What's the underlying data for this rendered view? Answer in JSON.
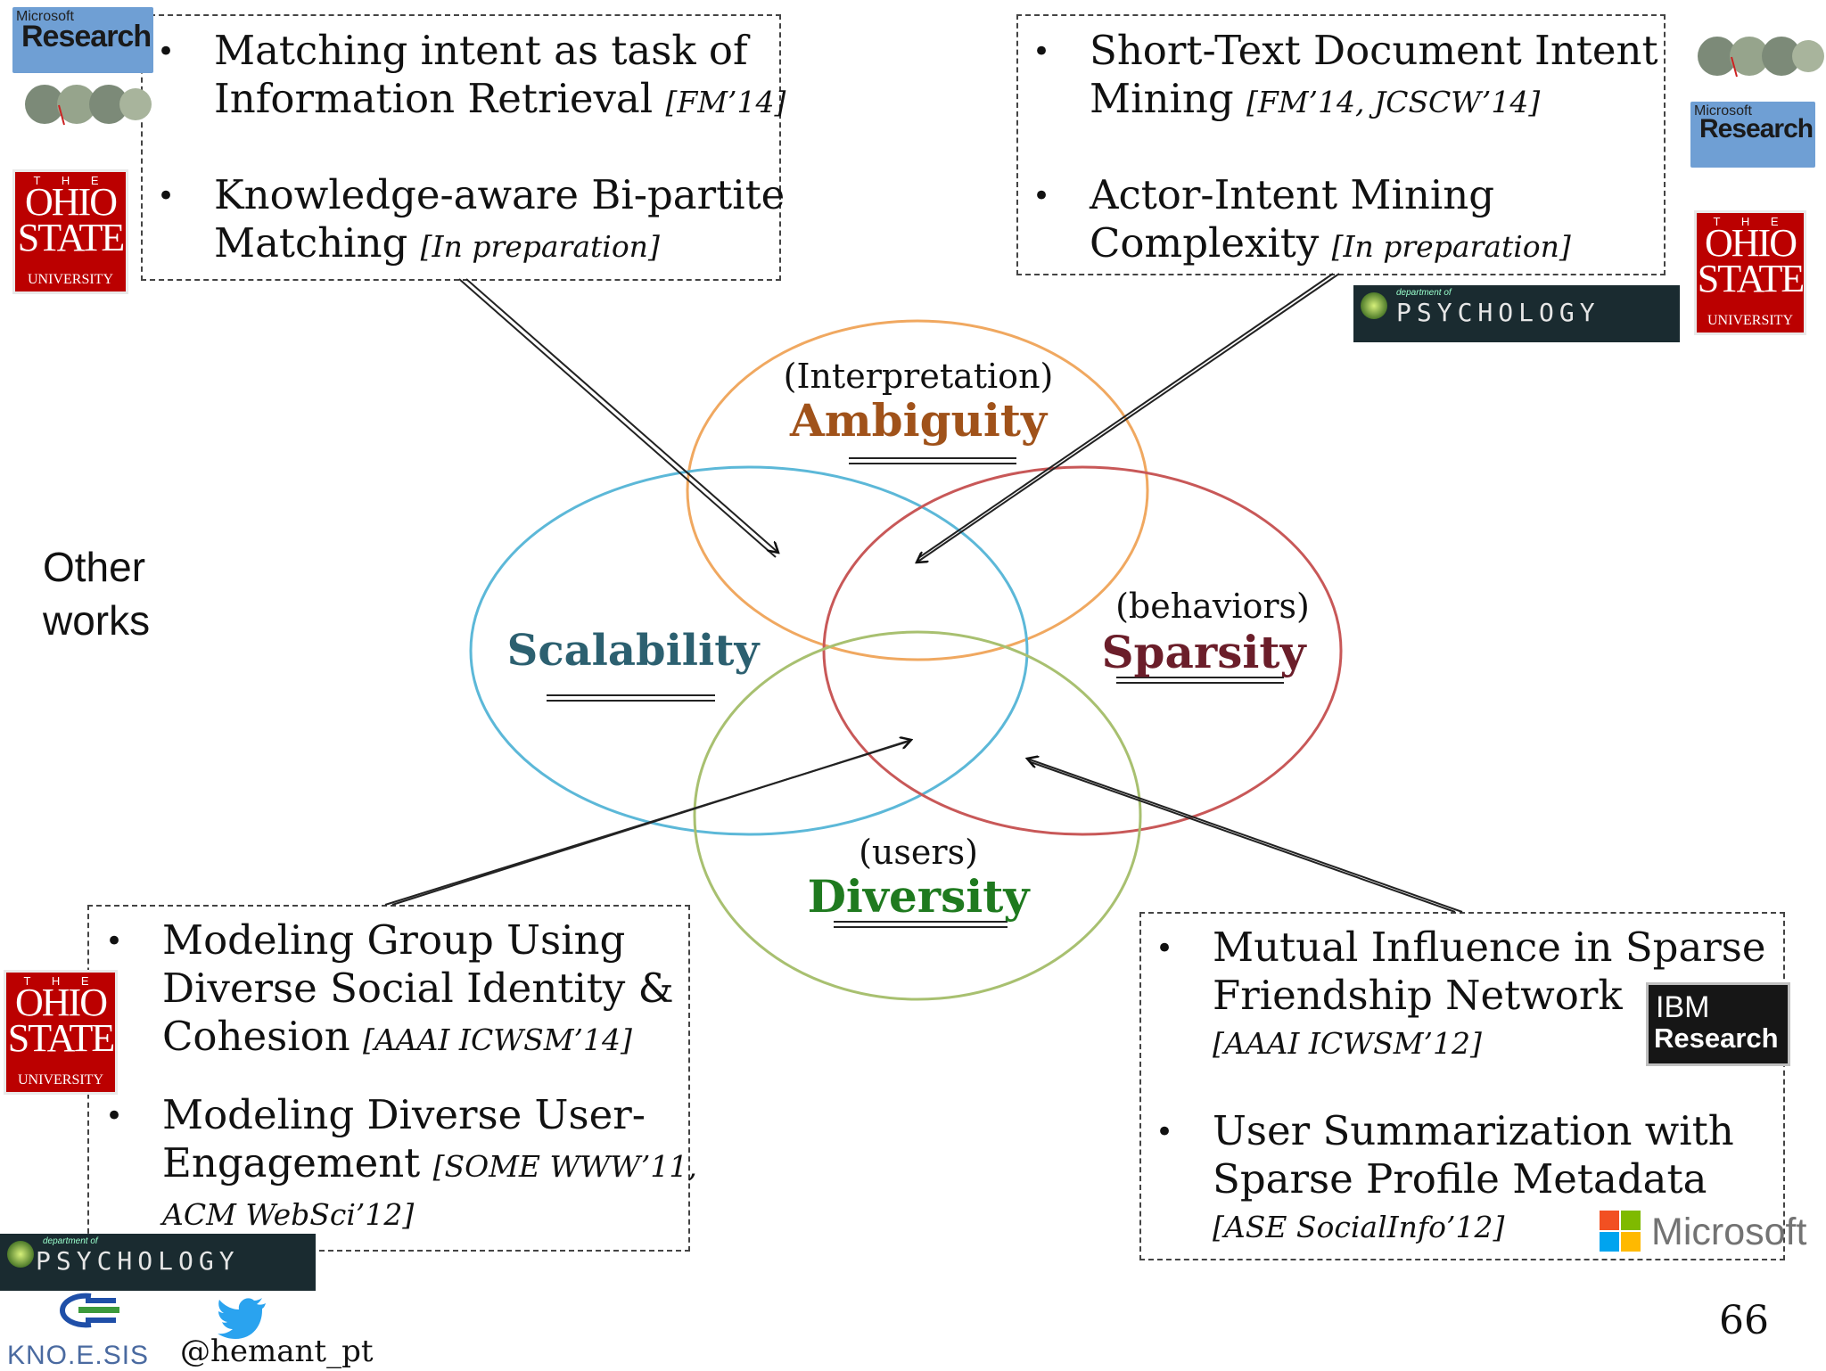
{
  "top_left_box": {
    "items": [
      {
        "text": "Matching intent as task of",
        "text2": "Information Retrieval",
        "ref": "[FM’14]"
      },
      {
        "text": "Knowledge-aware Bi-partite",
        "text2": "Matching",
        "ref": "[In preparation]"
      }
    ]
  },
  "top_right_box": {
    "items": [
      {
        "text": "Short-Text Document Intent",
        "text2": "Mining",
        "ref": "[FM’14, JCSCW’14]"
      },
      {
        "text": "Actor-Intent Mining",
        "text2": "Complexity",
        "ref": "[In preparation]"
      }
    ]
  },
  "bottom_left_box": {
    "items": [
      {
        "line1": "Modeling Group Using",
        "line2": "Diverse Social Identity &",
        "line3": "Cohesion",
        "ref": "[AAAI ICWSM’14]"
      },
      {
        "line1": "Modeling Diverse User-",
        "line2": "Engagement",
        "ref": "[SOME WWW’11,",
        "ref2": "ACM WebSci’12]"
      }
    ]
  },
  "bottom_right_box": {
    "items": [
      {
        "line1": "Mutual Influence in Sparse",
        "line2": "Friendship Network",
        "ref": "[AAAI ICWSM’12]"
      },
      {
        "line1": "User Summarization with",
        "line2": "Sparse Profile Metadata",
        "ref": "[ASE SocialInfo’12]"
      }
    ]
  },
  "venn": {
    "ambiguity": {
      "prefix": "(Interpretation)",
      "label": "Ambiguity",
      "color": "#a0521a",
      "ring": "#f0a860"
    },
    "scalability": {
      "label": "Scalability",
      "color": "#2c6070",
      "ring": "#5cb8d8"
    },
    "sparsity": {
      "prefix": "(behaviors)",
      "label": "Sparsity",
      "color": "#6b1e2a",
      "ring": "#c85858"
    },
    "diversity": {
      "prefix": "(users)",
      "label": "Diversity",
      "color": "#1f7a1f",
      "ring": "#a8c070"
    }
  },
  "side_label": {
    "line1": "Other",
    "line2": "works"
  },
  "logos": {
    "ms_small": "Microsoft",
    "ms_big": "Research",
    "osu_the": "T H E",
    "osu_l1": "OHIO",
    "osu_l2": "STATE",
    "osu_uni": "UNIVERSITY",
    "psy_dept": "department of",
    "psy_name": "PSYCHOLOGY",
    "ibm_l1": "IBM",
    "ibm_l2": "Research",
    "microsoft": "Microsoft",
    "knoesis": "KNO.E.SIS"
  },
  "footer": {
    "twitter": "@hemant_pt",
    "page_number": "66"
  },
  "icons": [
    "bullet-icon",
    "twitter-bird-icon",
    "knoesis-logo-icon",
    "ms-windows-logo-icon",
    "coro-logo-icon"
  ]
}
